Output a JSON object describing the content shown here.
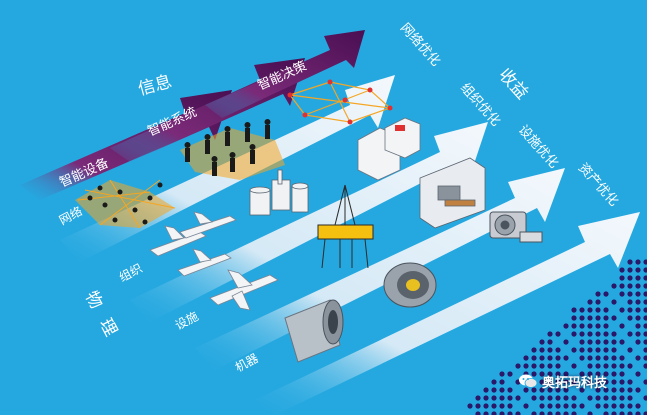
{
  "title_left": "信息",
  "title_right": "收益",
  "info_arrows": [
    "智能设备",
    "智能系统",
    "智能决策"
  ],
  "gains": [
    "网络优化",
    "组织优化",
    "设施优化",
    "资产优化"
  ],
  "physical_label": "物理",
  "left_labels": [
    "网络",
    "组织",
    "设施",
    "机器"
  ],
  "watermark": "奥拓玛科技",
  "colors": {
    "background": "#25a8e0",
    "info_arrow": "#6a1e6a",
    "flow_arrow": "#dce8f5",
    "dot_grid": "#2a1868",
    "network_line": "#f5a623",
    "network_node": "#e03030"
  },
  "icons": [
    "crowd-network-icon",
    "people-network-icon",
    "org-network-icon",
    "airplanes-icon",
    "airplane-icon",
    "turbine-engine-icon",
    "factory-icon",
    "oil-platform-icon",
    "engine-icon",
    "office-buildings-icon",
    "office-room-icon",
    "blower-icon",
    "wechat-logo"
  ]
}
